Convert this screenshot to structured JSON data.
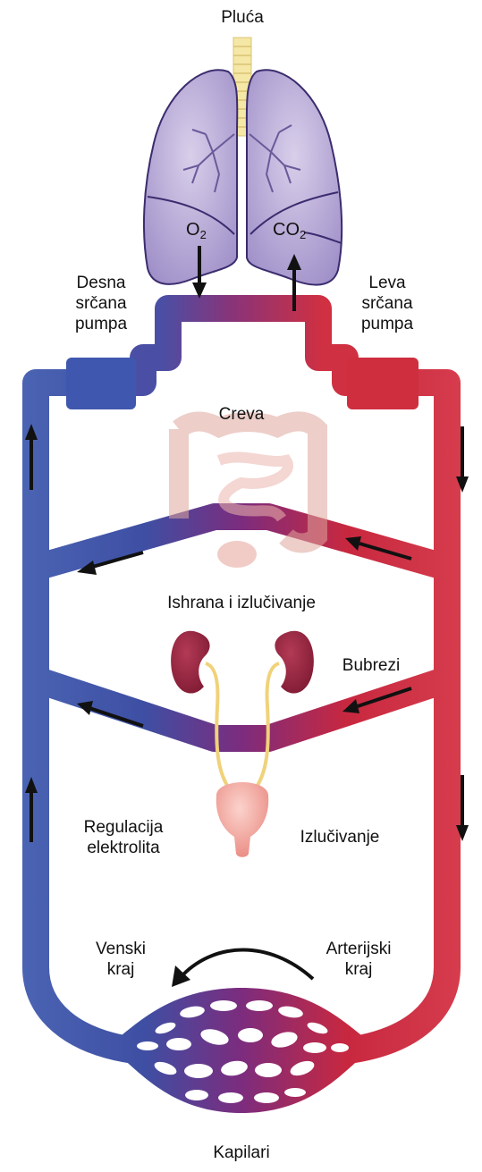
{
  "labels": {
    "lungs": "Pluća",
    "o2_main": "O",
    "o2_sub": "2",
    "co2_main": "CO",
    "co2_sub": "2",
    "right_heart_line1": "Desna",
    "right_heart_line2": "srčana",
    "right_heart_line3": "pumpa",
    "left_heart_line1": "Leva",
    "left_heart_line2": "srčana",
    "left_heart_line3": "pumpa",
    "intestines": "Creva",
    "nutrition": "Ishrana i izlučivanje",
    "kidneys": "Bubrezi",
    "regulation_line1": "Regulacija",
    "regulation_line2": "elektrolita",
    "excretion": "Izlučivanje",
    "venous_line1": "Venski",
    "venous_line2": "kraj",
    "arterial_line1": "Arterijski",
    "arterial_line2": "kraj",
    "capillaries": "Kapilari"
  },
  "colors": {
    "venous": "#4a62b0",
    "arterial": "#cf3042",
    "mixed": "#8a2e7a",
    "lung_fill": "#b7a9d6",
    "lung_outline": "#3b2c6e",
    "kidney": "#8e2038",
    "ureter": "#f0d27a",
    "bladder": "#f2a39a",
    "intestine": "#e9b9b0",
    "arrow": "#111111"
  }
}
